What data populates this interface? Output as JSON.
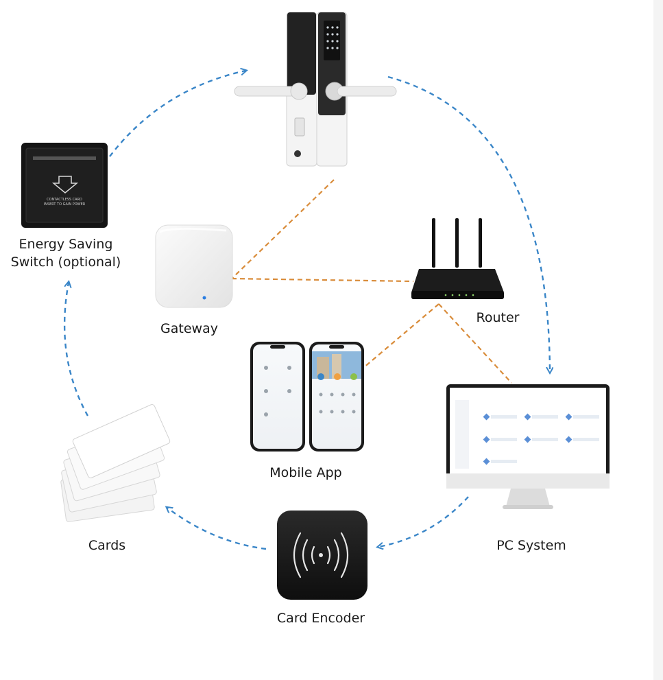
{
  "diagram": {
    "nodes": {
      "energy_switch": {
        "label_line1": "Energy Saving",
        "label_line2": "Switch (optional)",
        "plate_text_1": "CONTACTLESS CARD",
        "plate_text_2": "INSERT TO GAIN POWER"
      },
      "door_lock": {
        "label": ""
      },
      "gateway": {
        "label": "Gateway"
      },
      "router": {
        "label": "Router"
      },
      "mobile_app": {
        "label": "Mobile App"
      },
      "pc_system": {
        "label": "PC System"
      },
      "card_encoder": {
        "label": "Card Encoder"
      },
      "cards": {
        "label": "Cards"
      }
    },
    "colors": {
      "cycle_arrows": "#3a86c8",
      "network_links": "#d98c3a",
      "device_dark": "#1b1b1b",
      "device_light": "#f2f2f2"
    },
    "icons": [
      "door-lock-icon",
      "energy-switch-icon",
      "gateway-icon",
      "router-icon",
      "smartphones-icon",
      "pc-monitor-icon",
      "card-encoder-icon",
      "rfid-cards-icon"
    ]
  }
}
